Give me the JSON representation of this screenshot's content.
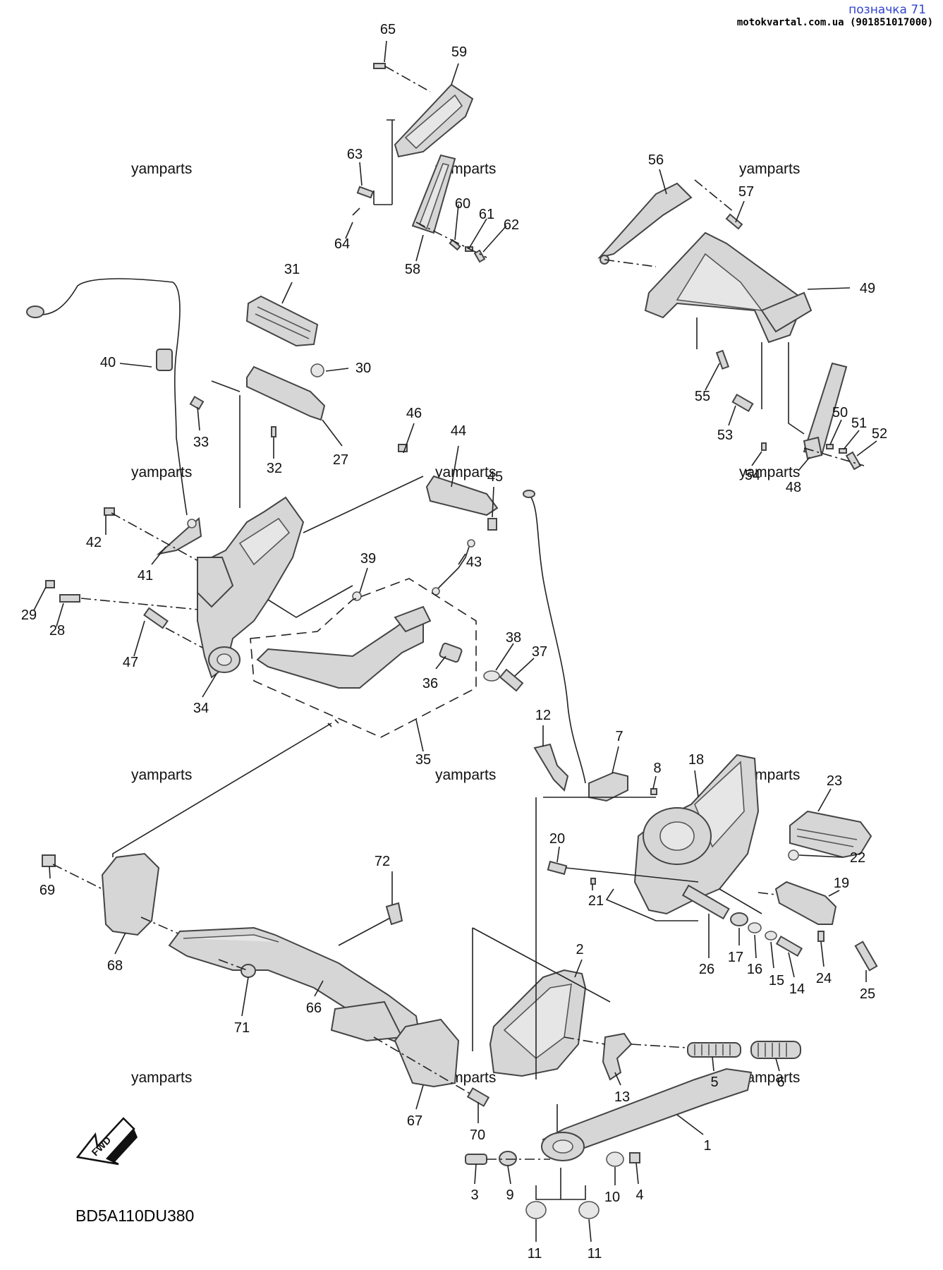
{
  "header": {
    "label": "позначка 71",
    "source": "motokvartal.com.ua (901851017000)"
  },
  "watermarks": [
    "yamparts",
    "yamparts",
    "yamparts",
    "yamparts",
    "yamparts",
    "yamparts",
    "yamparts",
    "yamparts",
    "yamparts",
    "yamparts",
    "yamparts",
    "yamparts"
  ],
  "diagram_code": "BD5A110DU380",
  "fwd_label": "FWD",
  "callouts": [
    "65",
    "59",
    "63",
    "64",
    "58",
    "60",
    "61",
    "62",
    "56",
    "57",
    "49",
    "55",
    "53",
    "54",
    "48",
    "50",
    "51",
    "52",
    "31",
    "30",
    "40",
    "33",
    "32",
    "27",
    "46",
    "44",
    "45",
    "43",
    "42",
    "41",
    "39",
    "29",
    "28",
    "47",
    "34",
    "38",
    "37",
    "36",
    "35",
    "12",
    "7",
    "8",
    "18",
    "23",
    "22",
    "19",
    "20",
    "21",
    "17",
    "16",
    "15",
    "14",
    "24",
    "25",
    "26",
    "2",
    "69",
    "72",
    "68",
    "66",
    "71",
    "13",
    "5",
    "6",
    "67",
    "70",
    "1",
    "3",
    "9",
    "10",
    "4",
    "11",
    "11"
  ]
}
